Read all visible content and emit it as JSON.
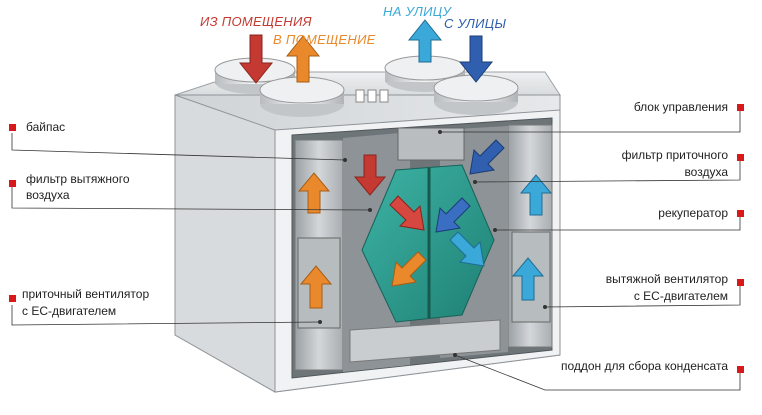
{
  "flows": {
    "from_room": "ИЗ ПОМЕЩЕНИЯ",
    "to_room": "В ПОМЕЩЕНИЕ",
    "to_street": "НА УЛИЦУ",
    "from_street": "С УЛИЦЫ"
  },
  "colors": {
    "from_room": "#c43a32",
    "to_room": "#e9892c",
    "to_street": "#3aa8d8",
    "from_street": "#2f5fae",
    "marker": "#d7191c",
    "recuperator": "#2a9d8f"
  },
  "labels_left": {
    "bypass": "байпас",
    "exhaust_filter_1": "фильтр вытяжного",
    "exhaust_filter_2": "воздуха",
    "supply_fan_1": "приточный вентилятор",
    "supply_fan_2": "с EC-двигателем"
  },
  "labels_right": {
    "control_unit": "блок управления",
    "supply_filter_1": "фильтр приточного",
    "supply_filter_2": "воздуха",
    "recuperator": "рекуператор",
    "exhaust_fan_1": "вытяжной вентилятор",
    "exhaust_fan_2": "с EC-двигателем",
    "condensate_tray": "поддон для сбора конденсата"
  }
}
